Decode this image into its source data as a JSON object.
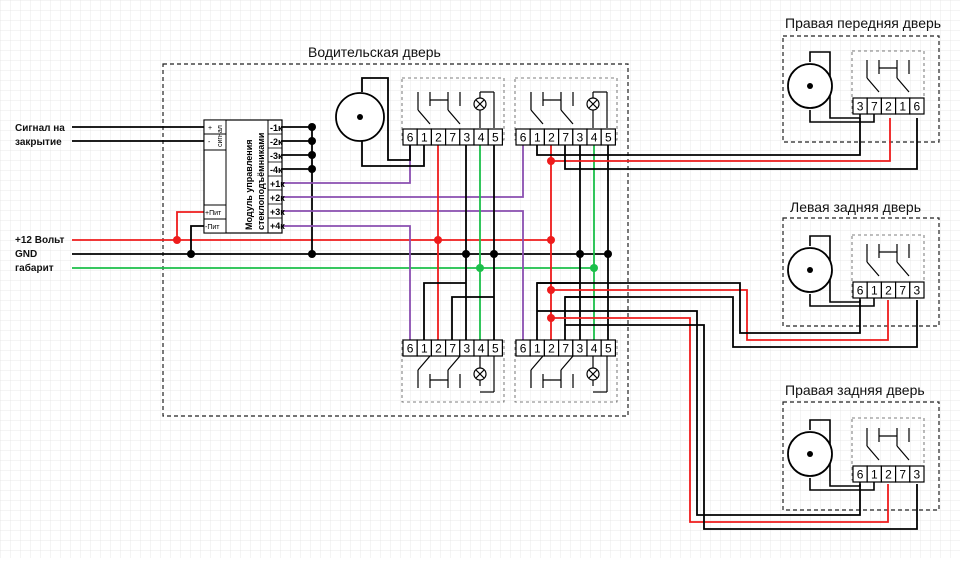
{
  "labels": {
    "driver_door": "Водительская дверь",
    "right_front_door": "Правая передняя дверь",
    "left_rear_door": "Левая задняя дверь",
    "right_rear_door": "Правая задняя дверь"
  },
  "signals": {
    "close_signal_line1": "Сигнал на",
    "close_signal_line2": "закрытие",
    "plus12": "+12 Вольт",
    "gnd": "GND",
    "parking": "габарит"
  },
  "module": {
    "title_line1": "Модуль управления",
    "title_line2": "стеклоподъёмниками",
    "signal_label": "сигнал",
    "power_plus": "+Пит",
    "power_minus": "-Пит",
    "terminals": [
      "-1к",
      "-2к",
      "-3к",
      "-4к",
      "+1к",
      "+2к",
      "+3к",
      "+4к"
    ],
    "signal_pins": [
      "+",
      "-"
    ]
  },
  "switch_pins": {
    "driver_6": [
      "6",
      "1",
      "2",
      "7",
      "3",
      "4",
      "5"
    ],
    "passenger_5": [
      "3",
      "7",
      "2",
      "1",
      "6"
    ],
    "rear_5": [
      "6",
      "1",
      "2",
      "7",
      "3"
    ]
  },
  "colors": {
    "red": "#ee1c1c",
    "black": "#000000",
    "green": "#1cbf4a",
    "purple": "#8a4fb0",
    "grid": "#e3e3e3",
    "dashed": "#222222"
  }
}
